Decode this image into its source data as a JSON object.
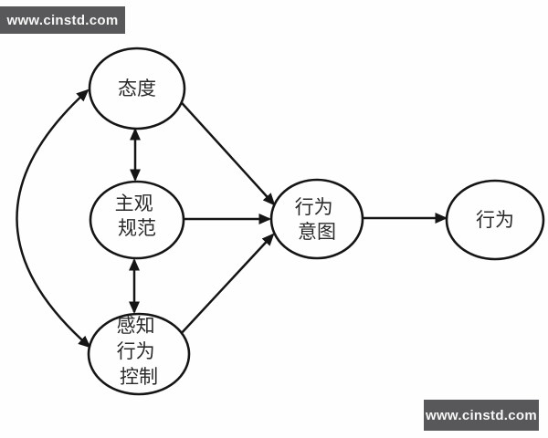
{
  "watermarks": {
    "top_left": "www.cinstd.com",
    "bottom_right": "www.cinstd.com"
  },
  "diagram": {
    "nodes": [
      {
        "id": "attitude",
        "label": "态度",
        "lines": [
          "态度"
        ]
      },
      {
        "id": "subjective-norms",
        "label": "主观规范",
        "lines": [
          "主观",
          "规范"
        ]
      },
      {
        "id": "perceived-behavioral-control",
        "label": "感知行为控制",
        "lines": [
          "感知",
          "行为",
          "控制"
        ]
      },
      {
        "id": "behavioral-intention",
        "label": "行为意图",
        "lines": [
          "行为",
          "意图"
        ]
      },
      {
        "id": "behavior",
        "label": "行为",
        "lines": [
          "行为"
        ]
      }
    ],
    "connections": [
      {
        "from": "attitude",
        "to": "perceived-behavioral-control",
        "type": "curved-arc",
        "arrowheads": "both"
      },
      {
        "from": "attitude",
        "to": "subjective-norms",
        "type": "straight",
        "arrowheads": "both"
      },
      {
        "from": "subjective-norms",
        "to": "perceived-behavioral-control",
        "type": "straight",
        "arrowheads": "both"
      },
      {
        "from": "attitude",
        "to": "behavioral-intention",
        "type": "straight",
        "arrowheads": "end"
      },
      {
        "from": "subjective-norms",
        "to": "behavioral-intention",
        "type": "straight",
        "arrowheads": "end"
      },
      {
        "from": "perceived-behavioral-control",
        "to": "behavioral-intention",
        "type": "straight",
        "arrowheads": "end"
      },
      {
        "from": "behavioral-intention",
        "to": "behavior",
        "type": "straight",
        "arrowheads": "end"
      }
    ]
  },
  "colors": {
    "background": "#fefefe",
    "line": "#151515",
    "text": "#2a2a2a",
    "badge_background": "#58585a",
    "badge_text": "#f7f7f7"
  }
}
